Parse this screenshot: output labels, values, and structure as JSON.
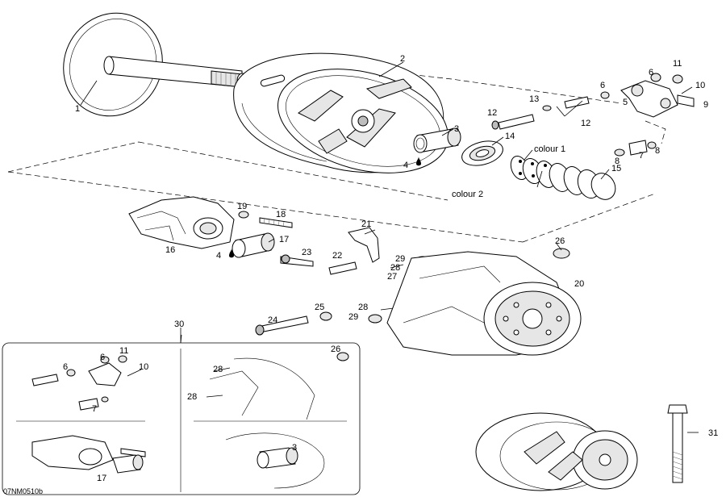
{
  "diagram": {
    "labels": {
      "p1": "1",
      "p2": "2",
      "p3": "3",
      "p4a": "4",
      "p4b": "4",
      "p5": "5",
      "p6": "6",
      "p6b": "6",
      "p7": "7",
      "p8a": "8",
      "p8b": "8",
      "p9": "9",
      "p10": "10",
      "p11": "11",
      "p12a": "12",
      "p12b": "12",
      "p13": "13",
      "p14": "14",
      "p15": "15",
      "p16": "16",
      "p17": "17",
      "p18": "18",
      "p19": "19",
      "p20": "20",
      "p21": "21",
      "p22": "22",
      "p23": "23",
      "p24": "24",
      "p25": "25",
      "p26": "26",
      "p27": "27",
      "p28a": "28",
      "p28b": "28",
      "p29a": "29",
      "p29b": "29",
      "p30": "30",
      "p31": "31",
      "colour1": "colour 1",
      "colour2": "colour 2"
    },
    "inset": {
      "p6": "6",
      "p6b": "6",
      "p11": "11",
      "p10": "10",
      "p7": "7",
      "p26": "26",
      "p28a": "28",
      "p28b": "28",
      "p17": "17",
      "p3": "3"
    },
    "drawing_code": "07NM0510b"
  }
}
